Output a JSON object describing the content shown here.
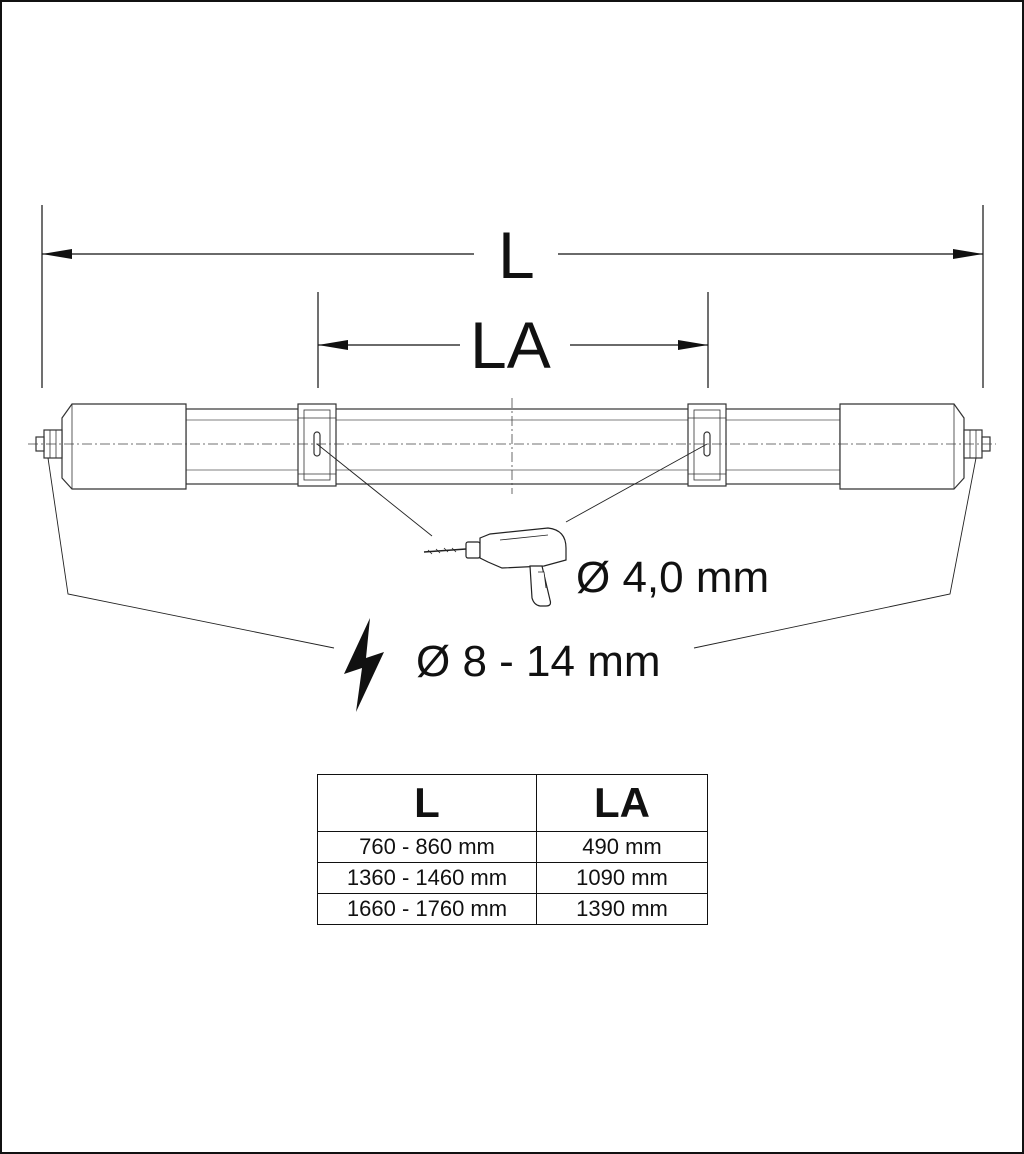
{
  "labels": {
    "overall_length": "L",
    "mounting_distance": "LA",
    "drill_diameter": "Ø 4,0 mm",
    "cable_diameter": "Ø 8 - 14 mm"
  },
  "table": {
    "headers": [
      "L",
      "LA"
    ],
    "rows": [
      [
        "760 - 860 mm",
        "490 mm"
      ],
      [
        "1360 - 1460 mm",
        "1090 mm"
      ],
      [
        "1660 - 1760 mm",
        "1390 mm"
      ]
    ]
  },
  "icons": [
    "drill-icon",
    "lightning-icon"
  ],
  "colors": {
    "line": "#111111",
    "background": "#ffffff"
  }
}
